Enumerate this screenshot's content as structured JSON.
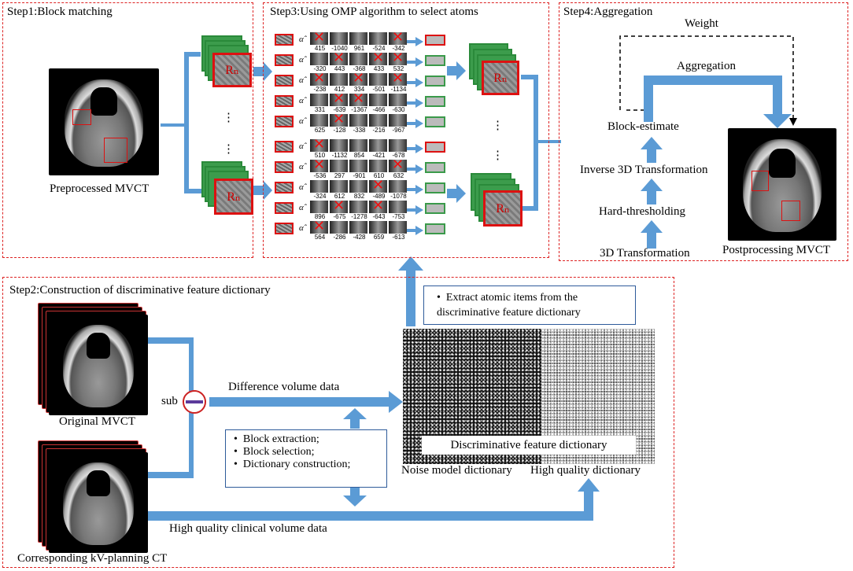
{
  "step1": {
    "title": "Step1:Block matching",
    "image_caption": "Preprocessed MVCT",
    "ref_label": "Rₙ",
    "dots": "⋮"
  },
  "step3": {
    "title": "Step3:Using OMP algorithm to select atoms",
    "alpha": "α̂",
    "coefficients": [
      [
        "415",
        "-1040",
        "961",
        "-524",
        "-342"
      ],
      [
        "-320",
        "443",
        "-368",
        "433",
        "532"
      ],
      [
        "-238",
        "412",
        "334",
        "-501",
        "-1134"
      ],
      [
        "331",
        "-639",
        "-1367",
        "-466",
        "-630"
      ],
      [
        "625",
        "-128",
        "-338",
        "-216",
        "-967"
      ],
      [
        "510",
        "-1132",
        "854",
        "-421",
        "-678"
      ],
      [
        "-536",
        "297",
        "-901",
        "610",
        "632"
      ],
      [
        "-324",
        "612",
        "832",
        "-489",
        "-1078"
      ],
      [
        "896",
        "-675",
        "-1278",
        "-643",
        "-753"
      ],
      [
        "564",
        "-286",
        "-428",
        "659",
        "-613"
      ]
    ],
    "ref_label": "Rₙ",
    "dots": "⋮"
  },
  "step4": {
    "title": "Step4:Aggregation",
    "weight": "Weight",
    "aggregation": "Aggregation",
    "block_estimate": "Block-estimate",
    "inverse": "Inverse 3D Transformation",
    "hard": "Hard-thresholding",
    "transform": "3D Transformation",
    "image_caption": "Postprocessing MVCT"
  },
  "step2": {
    "title": "Step2:Construction of discriminative  feature dictionary",
    "original": "Original MVCT",
    "corresponding": "Corresponding kV-planning CT",
    "sub": "sub",
    "difference": "Difference volume data",
    "high_quality_data": "High quality clinical volume data",
    "bullets": [
      "Block extraction;",
      "Block  selection;",
      "Dictionary construction;"
    ],
    "extract": "Extract atomic items from the discriminative feature dictionary",
    "dict_label": "Discriminative feature dictionary",
    "noise_dict": "Noise model dictionary",
    "hq_dict": "High quality dictionary"
  },
  "colors": {
    "panel_border": "#d22222",
    "arrow": "#5b9bd5",
    "stack_green": "#3c9c4c",
    "ref_red": "#d11111"
  }
}
